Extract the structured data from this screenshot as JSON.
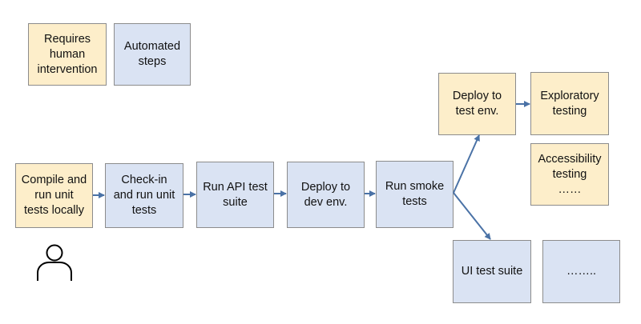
{
  "legend": {
    "human_label": "Requires\nhuman\nintervention",
    "automated_label": "Automated\nsteps"
  },
  "steps": {
    "compile": "Compile and\nrun unit\ntests locally",
    "checkin": "Check-in\nand run unit\ntests",
    "api_tests": "Run API test\nsuite",
    "deploy_dev": "Deploy to\ndev env.",
    "smoke_tests": "Run smoke\ntests",
    "deploy_test": "Deploy to\ntest env.",
    "exploratory": "Exploratory\ntesting",
    "accessibility": "Accessibility\ntesting\n……",
    "ui_tests": "UI test suite",
    "more_automated": "……..",
    "person_icon": "person-icon"
  },
  "colors": {
    "human_fill": "#fdeeca",
    "automated_fill": "#dae3f3",
    "border": "#8c8c8c",
    "arrow": "#4a72a6"
  }
}
